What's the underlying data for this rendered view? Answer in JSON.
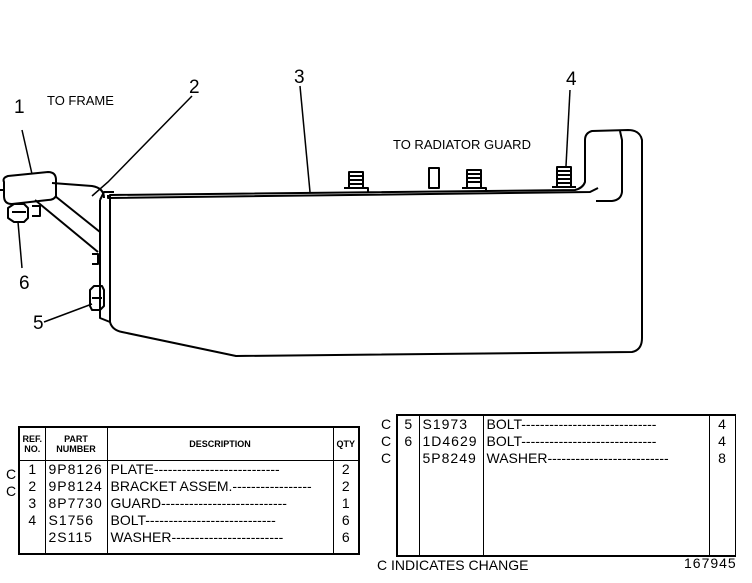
{
  "callouts": {
    "n1": "1",
    "n2": "2",
    "n3": "3",
    "n4": "4",
    "n5": "5",
    "n6": "6",
    "to_frame": "TO FRAME",
    "to_radiator_guard": "TO RADIATOR GUARD"
  },
  "table_a": {
    "headers": {
      "ref": "REF. NO.",
      "part": "PART NUMBER",
      "desc": "DESCRIPTION",
      "qty": "QTY"
    },
    "rows": [
      {
        "change": "C",
        "ref": "1",
        "part": "9P8126",
        "desc": "PLATE",
        "qty": "2"
      },
      {
        "change": "C",
        "ref": "2",
        "part": "9P8124",
        "desc": "BRACKET ASSEM.",
        "qty": "2"
      },
      {
        "change": "",
        "ref": "3",
        "part": "8P7730",
        "desc": "GUARD",
        "qty": "1"
      },
      {
        "change": "",
        "ref": "4",
        "part": "S1756",
        "desc": "BOLT",
        "qty": "6"
      },
      {
        "change": "",
        "ref": "",
        "part": "2S115",
        "desc": "WASHER",
        "qty": "6"
      }
    ]
  },
  "table_b": {
    "rows": [
      {
        "change": "C",
        "ref": "5",
        "part": "S1973",
        "desc": "BOLT",
        "qty": "4"
      },
      {
        "change": "C",
        "ref": "6",
        "part": "1D4629",
        "desc": "BOLT",
        "qty": "4"
      },
      {
        "change": "C",
        "ref": "",
        "part": "5P8249",
        "desc": "WASHER",
        "qty": "8"
      }
    ]
  },
  "footer": {
    "legend": "C INDICATES CHANGE",
    "drawing_number": "167945"
  }
}
